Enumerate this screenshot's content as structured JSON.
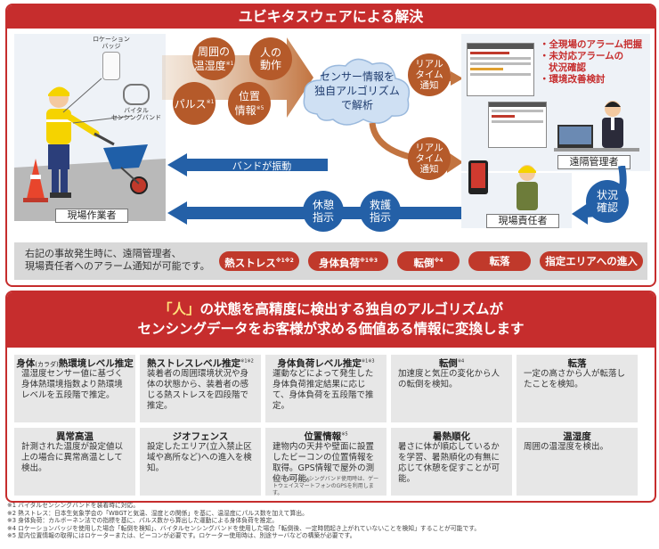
{
  "top": {
    "title": "ユビキタスウェアによる解決",
    "worker_label": "現場作業者",
    "loc_badge": [
      "ロケーション",
      "バッジ"
    ],
    "vital_band": [
      "バイタル",
      "センシングバンド"
    ],
    "circles": {
      "temp": [
        "周囲の",
        "温湿度"
      ],
      "temp_sup": "※1",
      "motion": [
        "人の",
        "動作"
      ],
      "pulse": "パルス",
      "pulse_sup": "※1",
      "position": [
        "位置",
        "情報"
      ],
      "position_sup": "※5",
      "realtime1": [
        "リアル",
        "タイム",
        "通知"
      ],
      "realtime2": [
        "リアル",
        "タイム",
        "通知"
      ],
      "rest": [
        "休憩",
        "指示"
      ],
      "rescue": [
        "救護",
        "指示"
      ],
      "status": [
        "状況",
        "確認"
      ]
    },
    "cloud": [
      "センサー情報を",
      "独自アルゴリズム",
      "で解析"
    ],
    "band_vibrate": "バンドが振動",
    "bullets": [
      "全現場のアラーム把握",
      "未対応アラームの",
      "状況確認",
      "環境改善検討"
    ],
    "remote_admin": "遠隔管理者",
    "site_manager": "現場責任者",
    "banner_note": [
      "右記の事故発生時に、遠隔管理者、",
      "現場責任者へのアラーム通知が可能です。"
    ],
    "pills": [
      {
        "label": "熱ストレス",
        "sup": "※1※2"
      },
      {
        "label": "身体負荷",
        "sup": "※1※3"
      },
      {
        "label": "転倒",
        "sup": "※4"
      },
      {
        "label": "転落",
        "sup": ""
      },
      {
        "label": "指定エリアへの進入",
        "sup": ""
      }
    ]
  },
  "bottom": {
    "title_line1_a": "「人」",
    "title_line1_b": "の状態を高精度に検出する独自のアルゴリズムが",
    "title_line2": "センシングデータをお客様が求める価値ある情報に変換します",
    "cells": [
      {
        "title": "身体",
        "title_small": "(カラダ)",
        "title_rest": "熱環境レベル推定",
        "sup": "",
        "desc": "温湿度センサー値に基づく身体熱環境指数より熱環境レベルを五段階で推定。",
        "sub": ""
      },
      {
        "title": "熱ストレスレベル推定",
        "title_small": "",
        "title_rest": "",
        "sup": "※1※2",
        "desc": "装着者の周囲環境状況や身体の状態から、装着者の感じる熱ストレスを四段階で推定。",
        "sub": ""
      },
      {
        "title": "身体負荷レベル推定",
        "title_small": "",
        "title_rest": "",
        "sup": "※1※3",
        "desc": "運動などによって発生した身体負荷推定結果に応じて、身体負荷を五段階で推定。",
        "sub": ""
      },
      {
        "title": "転倒",
        "title_small": "",
        "title_rest": "",
        "sup": "※4",
        "desc": "加速度と気圧の変化から人の転倒を検知。",
        "sub": ""
      },
      {
        "title": "転落",
        "title_small": "",
        "title_rest": "",
        "sup": "",
        "desc": "一定の高さから人が転落したことを検知。",
        "sub": ""
      },
      {
        "title": "異常高温",
        "title_small": "",
        "title_rest": "",
        "sup": "",
        "desc": "計測された温度が設定値以上の場合に異常高温として検出。",
        "sub": ""
      },
      {
        "title": "ジオフェンス",
        "title_small": "",
        "title_rest": "",
        "sup": "",
        "desc": "設定したエリア(立入禁止区域や高所など)への進入を検知。",
        "sub": ""
      },
      {
        "title": "位置情報",
        "title_small": "",
        "title_rest": "",
        "sup": "※5",
        "desc": "建物内の天井や壁面に設置したビーコンの位置情報を取得。GPS情報で屋外の測位も可能。",
        "sub": "※バイタルセンシングバンド使用時は、ゲートウェイスマートフォンのGPSを利用します。"
      },
      {
        "title": "暑熱順化",
        "title_small": "",
        "title_rest": "",
        "sup": "",
        "desc": "暑さに体が順応しているかを学習、暑熱順化の有無に応じて休憩を促すことが可能。",
        "sub": ""
      },
      {
        "title": "温湿度",
        "title_small": "",
        "title_rest": "",
        "sup": "",
        "desc": "周囲の温湿度を検出。",
        "sub": ""
      }
    ]
  },
  "footnotes": [
    "※1 バイタルセンシングバンドを装着時に対応。",
    "※2 熱ストレス：日本生気象学会の「WBGTと気温、湿度との関係」を基に、温湿度にパルス数を加えて算出。",
    "※3 身体負荷：カルボーネン法での指標を基に、パルス数から算出した運動による身体負荷を推定。",
    "※4 ロケーションバッジを使用した場合「転倒を検知」、バイタルセンシングバンドを使用した場合「転倒後、一定時間起き上がれていないことを検知」することが可能です。",
    "※5 屋内位置情報の取得にはロケーターまたは、ビーコンが必要です。ロケーター使用時は、別途サーバなどの構築が必要です。"
  ],
  "colors": {
    "brand_red": "#c62d2d",
    "circle_brown": "#b55a2a",
    "arrow_blue": "#2460a7",
    "cloud_blue": "#cfe0f3"
  }
}
